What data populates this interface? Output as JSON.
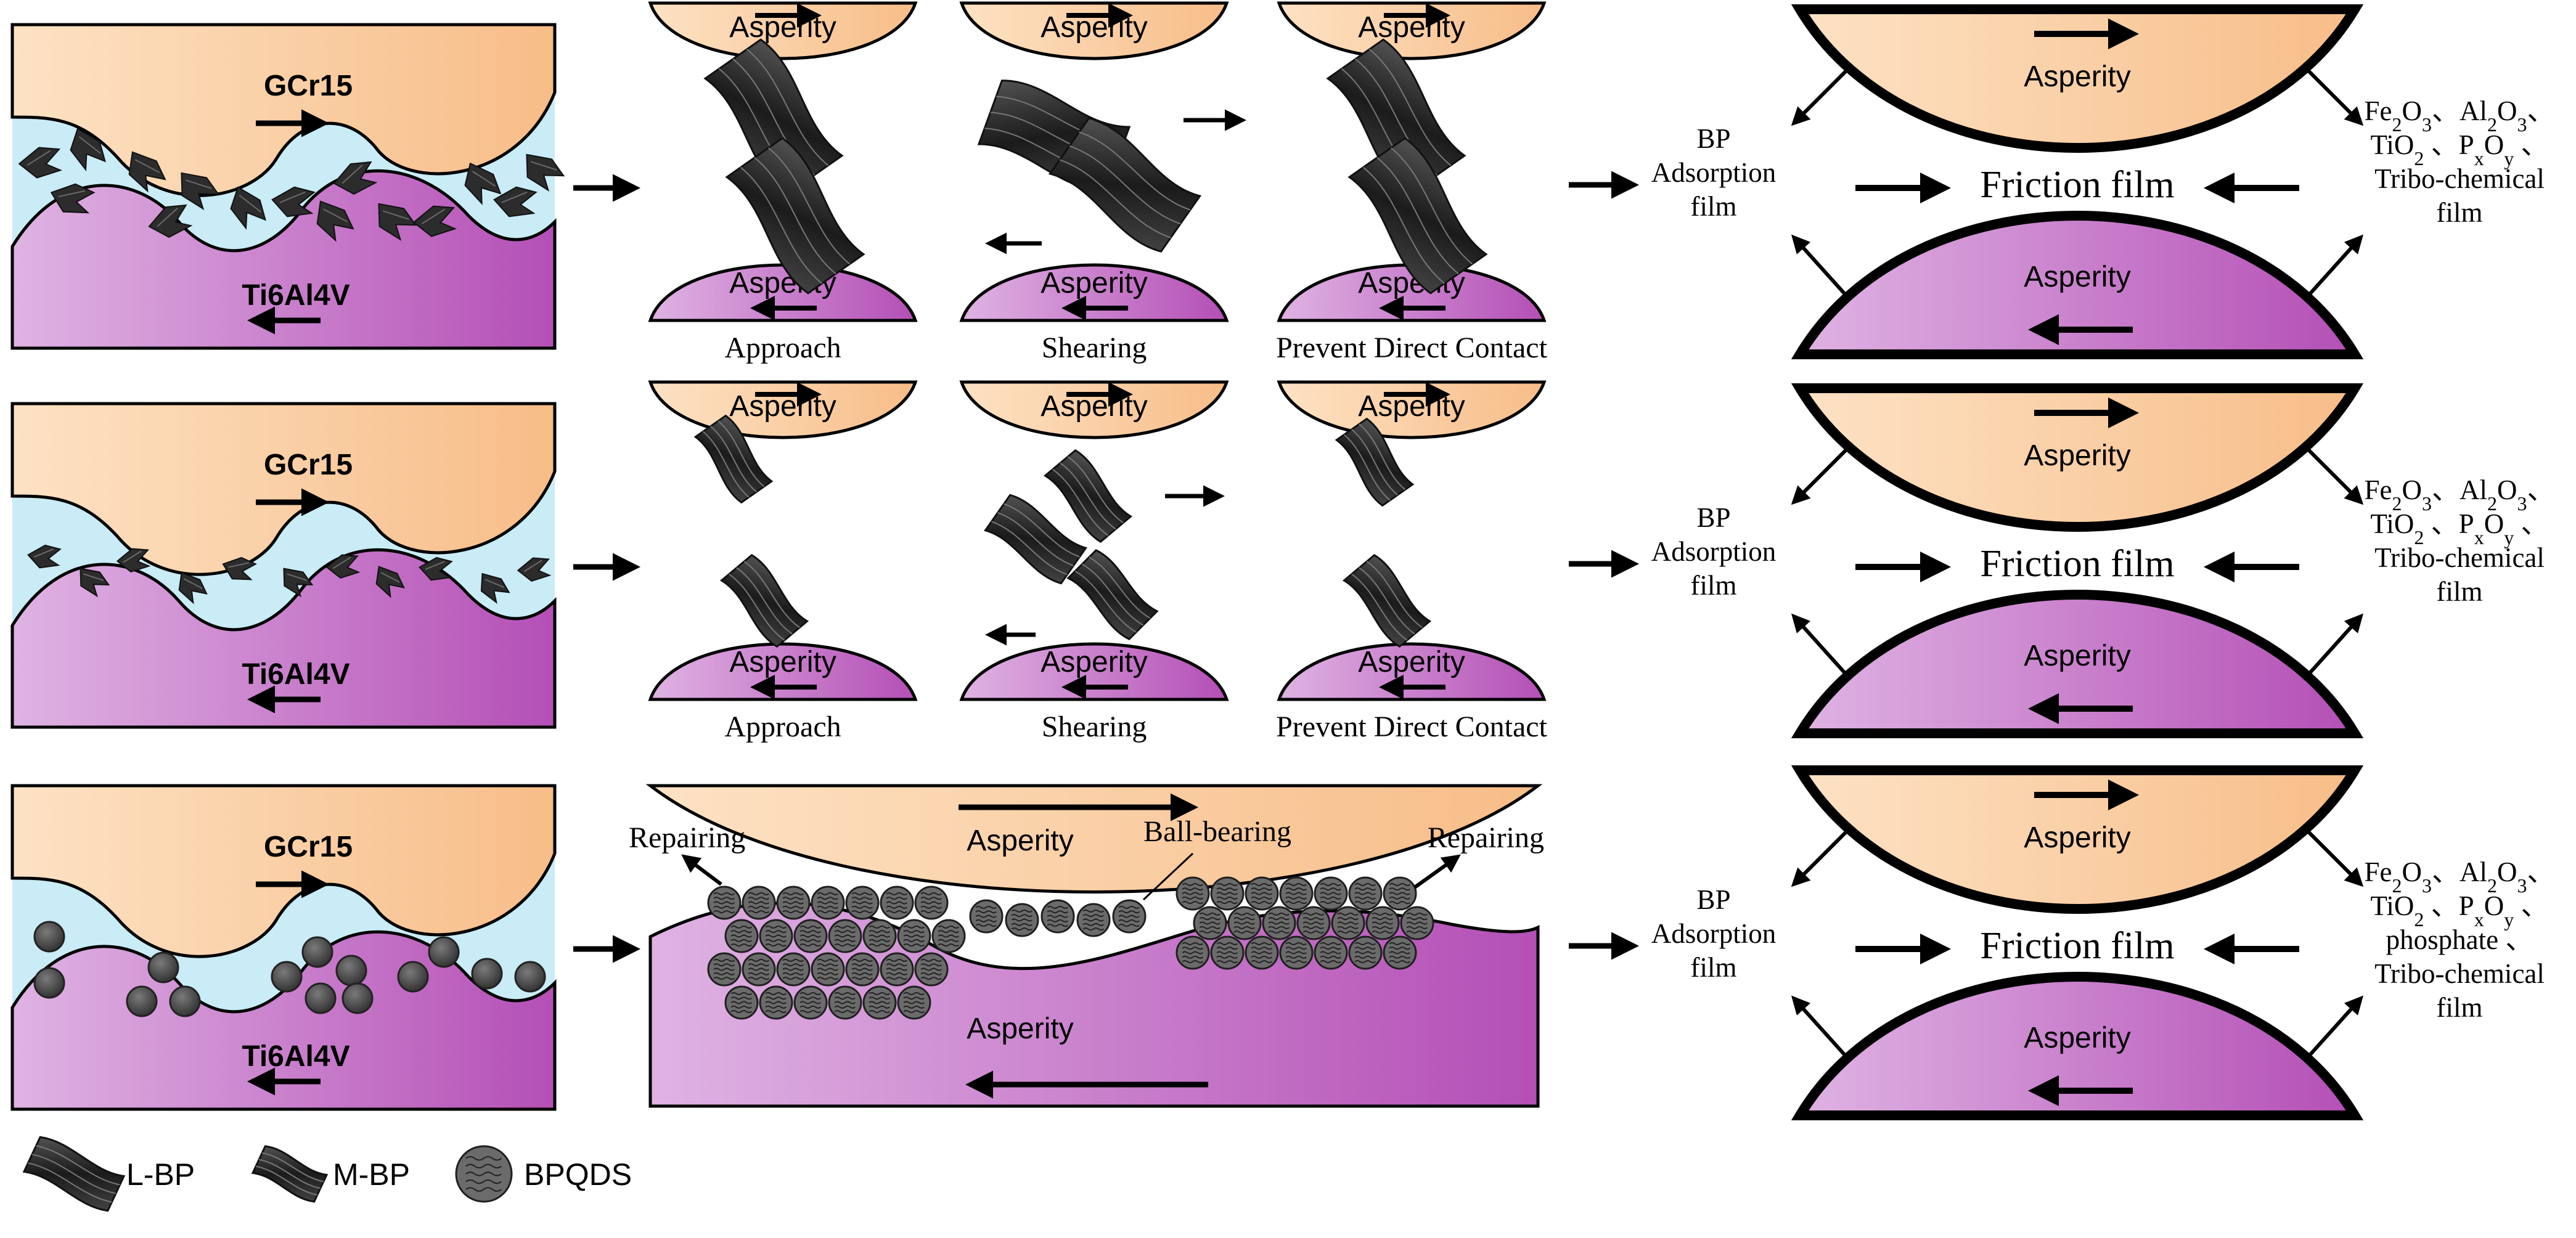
{
  "materials": {
    "upper": "GCr15",
    "lower": "Ti6Al4V"
  },
  "asperity_label": "Asperity",
  "rows": [
    {
      "steps": [
        "Approach",
        "Shearing",
        "Prevent Direct Contact"
      ],
      "film": {
        "left": [
          "BP",
          "Adsorption",
          "film"
        ],
        "center": "Friction film",
        "right": [
          "Fe2O3、Al2O3、",
          "TiO2 、PxOy 、",
          "Tribo-chemical",
          "film"
        ]
      }
    },
    {
      "steps": [
        "Approach",
        "Shearing",
        "Prevent Direct Contact"
      ],
      "film": {
        "left": [
          "BP",
          "Adsorption",
          "film"
        ],
        "center": "Friction film",
        "right": [
          "Fe2O3、Al2O3、",
          "TiO2 、PxOy 、",
          "Tribo-chemical",
          "film"
        ]
      }
    },
    {
      "mechanism": {
        "repair_left": "Repairing",
        "repair_right": "Repairing",
        "ball_bearing": "Ball-bearing"
      },
      "film": {
        "left": [
          "BP",
          "Adsorption",
          "film"
        ],
        "center": "Friction film",
        "right": [
          "Fe2O3、Al2O3、",
          "TiO2 、PxOy 、",
          "phosphate 、",
          "Tribo-chemical",
          "film"
        ]
      }
    }
  ],
  "legend": [
    {
      "label": "L-BP",
      "icon": "l-bp-icon"
    },
    {
      "label": "M-BP",
      "icon": "m-bp-icon"
    },
    {
      "label": "BPQDS",
      "icon": "bpqds-icon"
    }
  ],
  "colors": {
    "orange_light": "#fde3c6",
    "orange": "#f8c08f",
    "purple_light": "#ddb0e1",
    "purple": "#b650b8",
    "lubricant": "#c9ecf6",
    "sheet": "#2b2b2b",
    "dot": "#3b3b3b"
  }
}
